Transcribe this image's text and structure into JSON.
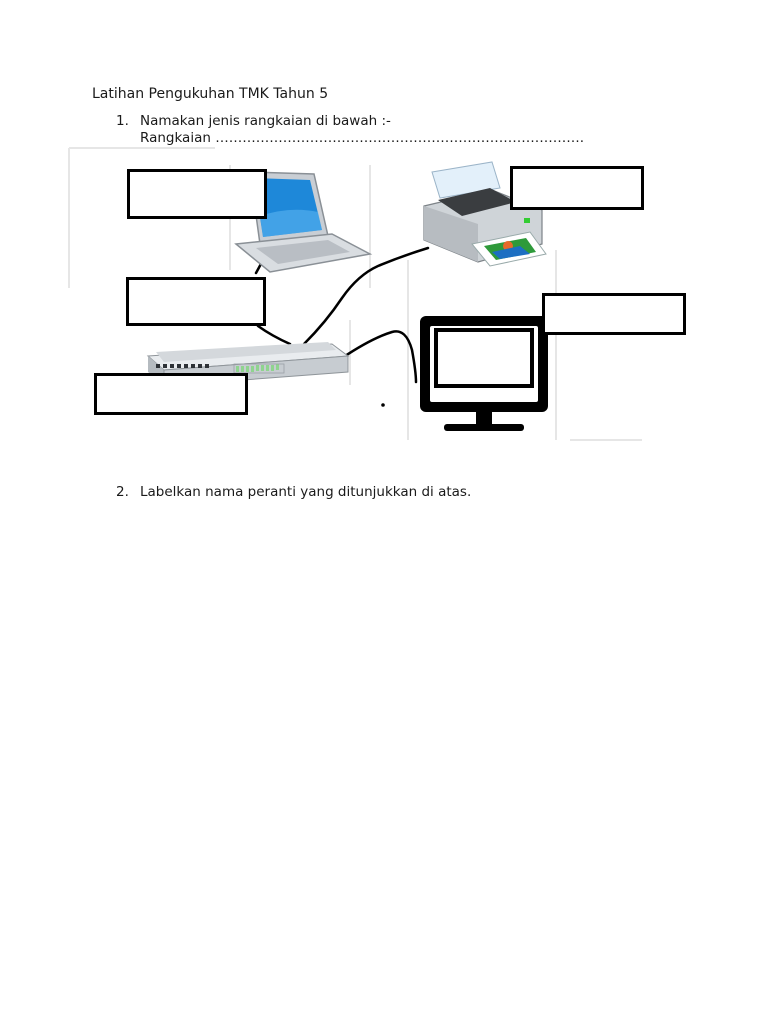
{
  "document": {
    "title": "Latihan Pengukuhan TMK Tahun 5",
    "questions": [
      {
        "number": "1.",
        "text": "Namakan jenis rangkaian di bawah :-",
        "answer_line": "Rangkaian ………………………………………………………………………."
      },
      {
        "number": "2.",
        "text": "Labelkan nama peranti yang ditunjukkan di atas."
      }
    ]
  },
  "diagram": {
    "devices": [
      "laptop-icon",
      "printer-icon",
      "network-switch-icon",
      "monitor-icon"
    ],
    "label_boxes": [
      "laptop-label-box",
      "switch-top-label-box",
      "switch-bottom-label-box",
      "printer-label-box",
      "monitor-label-box"
    ]
  }
}
